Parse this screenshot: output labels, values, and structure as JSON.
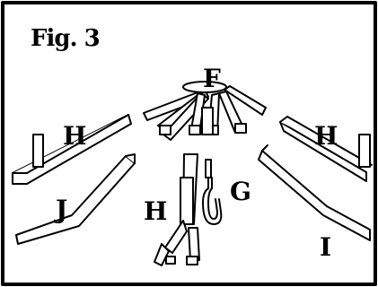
{
  "figure": {
    "title": "Fig. 3",
    "labels": {
      "hub": "F",
      "left_tube": "H",
      "right_tube": "H",
      "connector": "H",
      "left_bow": "J",
      "hook": "G",
      "right_bow": "I"
    }
  }
}
